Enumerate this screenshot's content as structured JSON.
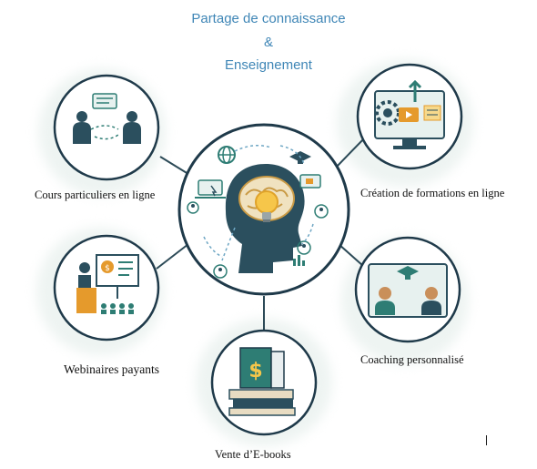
{
  "title": {
    "line1": "Partage de connaissance",
    "line2": "&",
    "line3": "Enseignement"
  },
  "nodes": {
    "cours": "Cours particuliers en ligne",
    "creation": "Création de formations en ligne",
    "webinaires": "Webinaires payants",
    "coaching": "Coaching personnalisé",
    "ebooks": "Vente d’E-books"
  },
  "icons": {
    "center": "brain-head-icon",
    "cours": "two-people-chat-icon",
    "creation": "monitor-gear-video-icon",
    "webinaires": "presenter-board-icon",
    "coaching": "video-call-graduation-icon",
    "ebooks": "books-dollar-icon"
  },
  "colors": {
    "title": "#3f86b6",
    "ring": "#1f3a4a",
    "teal": "#2e7d74",
    "orange": "#e59a2c"
  }
}
